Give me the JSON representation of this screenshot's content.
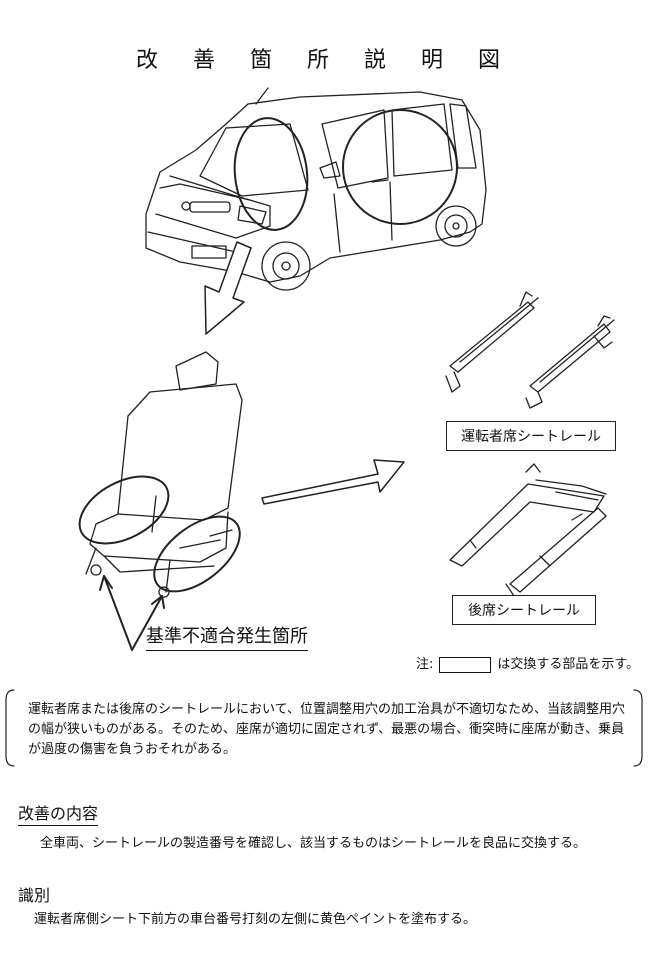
{
  "title": "改 善 箇 所 説 明 図",
  "labels": {
    "driver_rail": "運転者席シートレール",
    "rear_rail": "後席シートレール",
    "defect_location": "基準不適合発生箇所"
  },
  "note": {
    "prefix": "注:",
    "suffix": "は交換する部品を示す。"
  },
  "description": "運転者席または後席のシートレールにおいて、位置調整用穴の加工治具が不適切なため、当該調整用穴の幅が狭いものがある。そのため、座席が適切に固定されず、最悪の場合、衝突時に座席が動き、乗員が過度の傷害を負うおそれがある。",
  "improvement": {
    "heading": "改善の内容",
    "text": "全車両、シートレールの製造番号を確認し、該当するものはシートレールを良品に交換する。"
  },
  "identification": {
    "heading": "識別",
    "text": "運転者席側シート下前方の車台番号打刻の左側に黄色ペイントを塗布する。"
  }
}
